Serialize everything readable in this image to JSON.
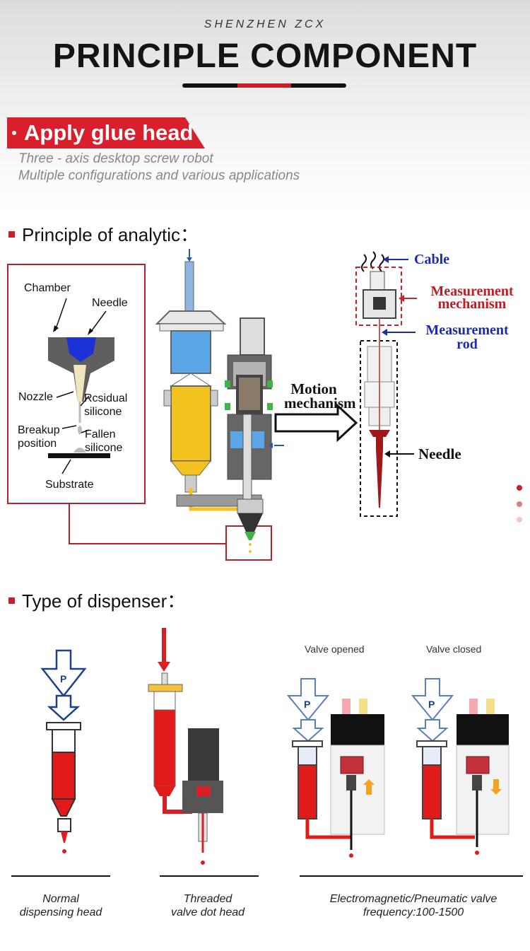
{
  "header": {
    "brand": "SHENZHEN ZCX",
    "title": "PRINCIPLE COMPONENT"
  },
  "glue_head": {
    "tag": "Apply glue head",
    "subtitle_1": "Three - axis desktop screw robot",
    "subtitle_2": "Multiple configurations and various applications"
  },
  "principle": {
    "heading": "Principle of analytic：",
    "labels": {
      "chamber": "Chamber",
      "needle": "Needle",
      "nozzle": "Nozzle",
      "residual_1": "Rcsidual",
      "residual_2": "silicone",
      "breakup_1": "Breakup",
      "breakup_2": "position",
      "fallen_1": "Fallen",
      "fallen_2": "silicone",
      "substrate": "Substrate"
    },
    "motion_1": "Motion",
    "motion_2": "mechanism",
    "cable": "Cable",
    "measurement_mech_1": "Measurement",
    "measurement_mech_2": "mechanism",
    "measurement_rod_1": "Measurement",
    "measurement_rod_2": "rod",
    "needle_right": "Needle"
  },
  "dispenser": {
    "heading": "Type of dispenser：",
    "pressure_symbol": "P",
    "valve_opened": "Valve opened",
    "valve_closed": "Valve closed",
    "caption_normal_1": "Normal",
    "caption_normal_2": "dispensing head",
    "caption_threaded_1": "Threaded",
    "caption_threaded_2": "valve dot head",
    "caption_valve_1": "Electromagnetic/Pneumatic valve",
    "caption_valve_2": "frequency:100-1500"
  },
  "colors": {
    "accent_red": "#c8202a",
    "glue_red": "#e11a1a",
    "syringe_yellow": "#f3c21e",
    "syringe_blue": "#5aa6e6",
    "label_blue": "#1a2bb0"
  },
  "pager": {
    "dot_count": 3,
    "active_index": 0
  }
}
